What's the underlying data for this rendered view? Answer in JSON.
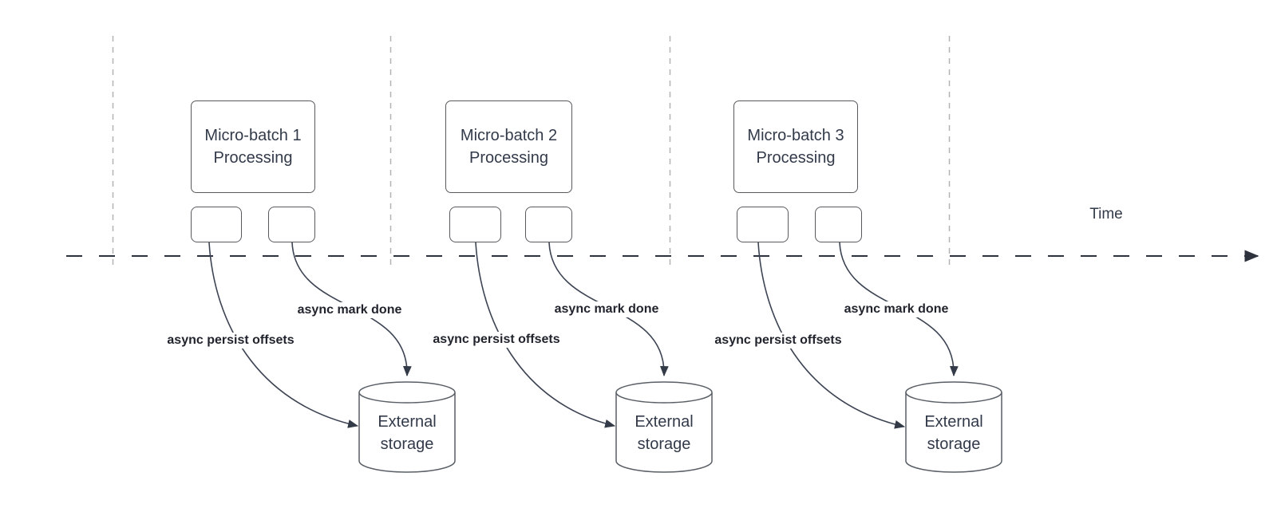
{
  "diagram": {
    "time_axis_label": "Time",
    "groups": [
      {
        "title_line1": "Micro-batch 1",
        "title_line2": "Processing",
        "persist_arrow_label": "async persist offsets",
        "mark_arrow_label": "async mark done",
        "storage_line1": "External",
        "storage_line2": "storage"
      },
      {
        "title_line1": "Micro-batch 2",
        "title_line2": "Processing",
        "persist_arrow_label": "async persist offsets",
        "mark_arrow_label": "async mark done",
        "storage_line1": "External",
        "storage_line2": "storage"
      },
      {
        "title_line1": "Micro-batch 3",
        "title_line2": "Processing",
        "persist_arrow_label": "async persist offsets",
        "mark_arrow_label": "async mark done",
        "storage_line1": "External",
        "storage_line2": "storage"
      }
    ],
    "colors": {
      "line_dark": "#343b48",
      "gridline_gray": "#b3b3b3",
      "box_border": "#595a5e",
      "text_dark": "#323a4a",
      "label_bold": "#21242d",
      "background": "#ffffff"
    }
  }
}
